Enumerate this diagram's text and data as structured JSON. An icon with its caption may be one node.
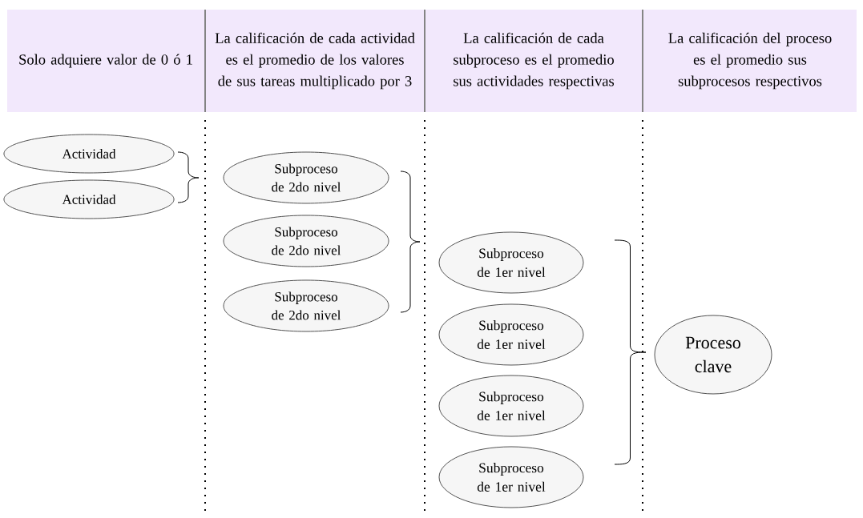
{
  "diagram": {
    "nodes": [
      {
        "text": [
          "Solo adquiere valor de 0 ó 1"
        ]
      },
      {
        "text": [
          "La calificación de cada actividad es el promedio de los valores de sus tareas multiplicado por 3"
        ]
      },
      {
        "text": [
          "La calificación de cada subproceso es el promedio sus actividades respectivas"
        ]
      },
      {
        "text": [
          "La calificación del proceso es el promedio sus subprocesos respectivos"
        ]
      },
      {
        "text": [
          "Actividad"
        ]
      },
      {
        "text": [
          "Actividad"
        ]
      },
      {
        "text": [
          "Subproceso de 2do nivel"
        ]
      },
      {
        "text": [
          "Subproceso de 2do nivel"
        ]
      },
      {
        "text": [
          "Subproceso de 2do nivel"
        ]
      },
      {
        "text": [
          "Subproceso de 1er nivel"
        ]
      },
      {
        "text": [
          "Subproceso de 1er nivel"
        ]
      },
      {
        "text": [
          "Subproceso de 1er nivel"
        ]
      },
      {
        "text": [
          "Subproceso de 1er nivel"
        ]
      },
      {
        "text": [
          "Proceso clave"
        ]
      }
    ]
  }
}
